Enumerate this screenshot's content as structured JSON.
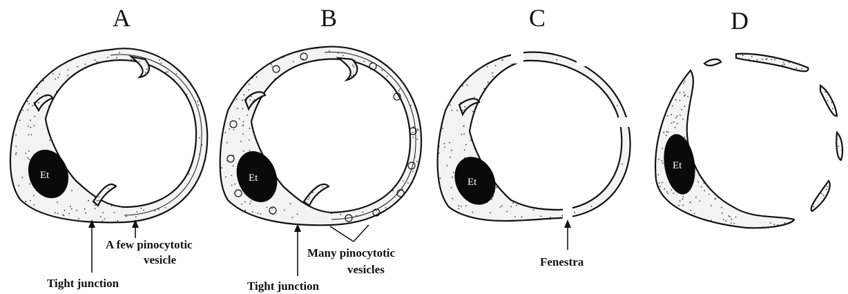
{
  "panels": {
    "a": {
      "letter": "A",
      "nucleus_label": "Et"
    },
    "b": {
      "letter": "B",
      "nucleus_label": "Et"
    },
    "c": {
      "letter": "C",
      "nucleus_label": "Et"
    },
    "d": {
      "letter": "D",
      "nucleus_label": "Et"
    }
  },
  "annotations": {
    "a_tight_junction": "Tight junction",
    "a_vesicle_line1": "A few pinocytotic",
    "a_vesicle_line2": "vesicle",
    "b_tight_junction": "Tight junction",
    "b_vesicle_line1": "Many pinocytotic",
    "b_vesicle_line2": "vesicles",
    "c_fenestra": "Fenestra"
  },
  "colors": {
    "stroke": "#111111",
    "nucleus": "#0a0a0a",
    "cytoplasm": "#f3f3f3"
  }
}
